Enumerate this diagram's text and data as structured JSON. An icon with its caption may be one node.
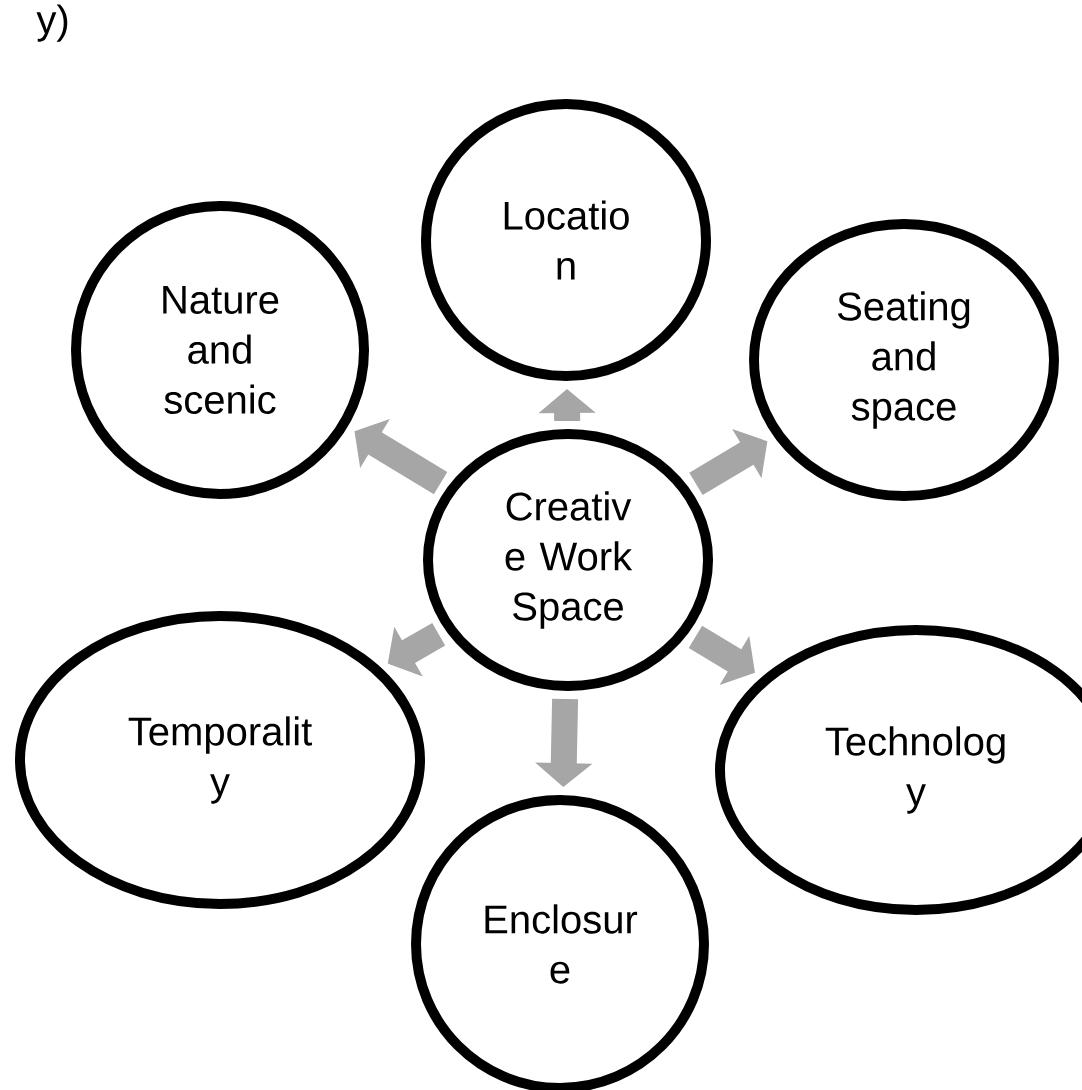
{
  "diagram": {
    "nodes": [
      {
        "text": [
          "Creativ e Work Space"
        ]
      },
      {
        "text": [
          "Locatio n"
        ]
      },
      {
        "text": [
          "Seating and space"
        ]
      },
      {
        "text": [
          "Technolog y"
        ]
      },
      {
        "text": [
          "Enclosur e"
        ]
      },
      {
        "text": [
          "Temporalit y"
        ]
      },
      {
        "text": [
          "Nature and scenic"
        ]
      }
    ],
    "edges": [
      {
        "from": 0,
        "to": 1,
        "arrow": "to"
      },
      {
        "from": 0,
        "to": 2,
        "arrow": "to"
      },
      {
        "from": 0,
        "to": 3,
        "arrow": "to"
      },
      {
        "from": 0,
        "to": 4,
        "arrow": "to"
      },
      {
        "from": 0,
        "to": 5,
        "arrow": "to"
      },
      {
        "from": 0,
        "to": 6,
        "arrow": "to"
      }
    ],
    "labels": [
      "y)"
    ]
  }
}
